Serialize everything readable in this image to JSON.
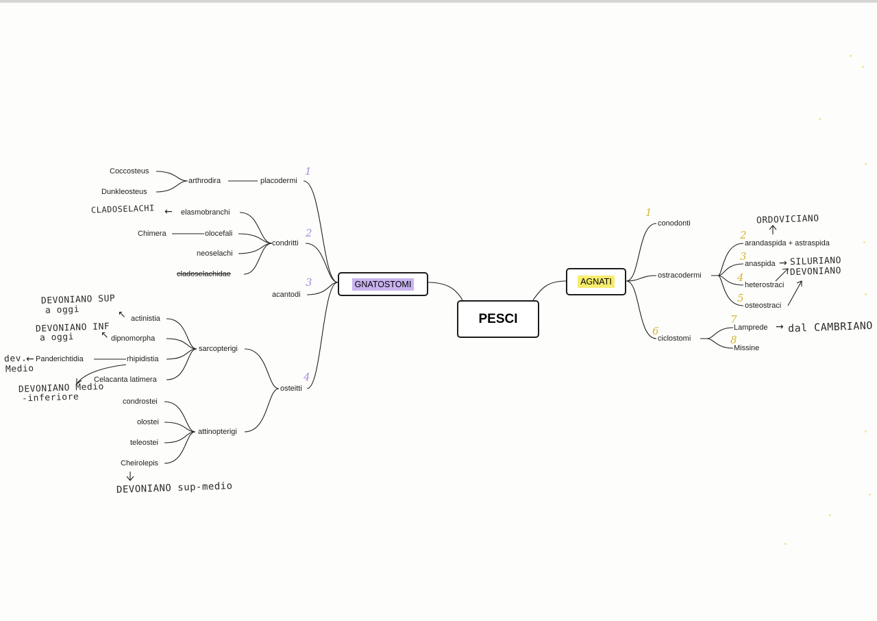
{
  "root": "PESCI",
  "branches": {
    "gnatostomi": "GNATOSTOMI",
    "agnati": "AGNATI"
  },
  "colors": {
    "gnatostomi_highlight": "#c9b4ef",
    "agnati_highlight": "#f6ed6e",
    "number_purple": "#a98bdc",
    "number_gold": "#d8b431"
  },
  "gnatostomi": {
    "placodermi": {
      "label": "placodermi",
      "num": "1",
      "arthrodira": "arthrodira",
      "coccosteus": "Coccosteus",
      "dunkleosteus": "Dunkleosteus"
    },
    "condritti": {
      "label": "condritti",
      "num": "2",
      "elasmobranchi": "elasmobranchi",
      "olocefali": "olocefali",
      "chimera": "Chimera",
      "neoselachi": "neoselachi",
      "cladoselachidae": "cladoselachidae",
      "note_cladoselachi": "CLADOSELACHI"
    },
    "acantodi": {
      "label": "acantodi",
      "num": "3"
    },
    "osteitti": {
      "label": "osteitti",
      "num": "4",
      "sarcopterigi": {
        "label": "sarcopterigi",
        "actinistia": "actinistia",
        "dipnomorpha": "dipnomorpha",
        "rhipidistia": "rhipidistia",
        "panderichtidia": "Panderichtidia",
        "celacanta": "Celacanta latimera",
        "note_actinistia": [
          "DEVONIANO SUP",
          "a oggi"
        ],
        "note_dipnomorpha": [
          "DEVONIANO INF",
          "a oggi"
        ],
        "note_panderichtidia": [
          "dev.",
          "Medio"
        ],
        "note_celacanta": [
          "DEVONIANO Medio",
          "-inferiore"
        ]
      },
      "attinopterigi": {
        "label": "attinopterigi",
        "condrostei": "condrostei",
        "olostei": "olostei",
        "teleostei": "teleostei",
        "cheirolepis": "Cheirolepis",
        "note_cheirolepis": "DEVONIANO sup-medio"
      }
    }
  },
  "agnati": {
    "conodonti": {
      "label": "conodonti",
      "num": "1"
    },
    "ostracodermi": {
      "label": "ostracodermi",
      "arandaspida": "arandaspida + astraspida",
      "anaspida": "anaspida",
      "heterostraci": "heterostraci",
      "osteostraci": "osteostraci",
      "num_arandaspida": "2",
      "num_anaspida": "3",
      "num_heterostraci": "4",
      "num_osteostraci": "5",
      "note_ordoviciano": "ORDOVICIANO",
      "note_siluriano": [
        "SILURIANO",
        "DEVONIANO"
      ]
    },
    "ciclostomi": {
      "label": "ciclostomi",
      "num": "6",
      "lamprede": "Lamprede",
      "missine": "Missine",
      "num_lamprede": "7",
      "num_missine": "8",
      "note_lamprede": "dal CAMBRIANO"
    }
  }
}
